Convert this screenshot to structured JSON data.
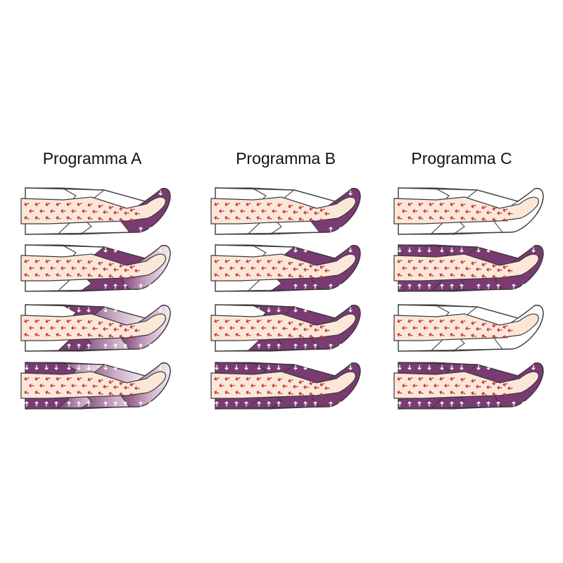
{
  "programs": [
    {
      "title": "Programma A",
      "stages": [
        [
          0,
          0,
          0,
          2
        ],
        [
          0,
          0,
          2,
          1
        ],
        [
          0,
          2,
          1,
          1
        ],
        [
          2,
          1,
          1,
          1
        ]
      ]
    },
    {
      "title": "Programma B",
      "stages": [
        [
          0,
          0,
          0,
          2
        ],
        [
          0,
          0,
          2,
          2
        ],
        [
          0,
          2,
          2,
          2
        ],
        [
          2,
          2,
          2,
          2
        ]
      ]
    },
    {
      "title": "Programma C",
      "stages": [
        [
          0,
          0,
          0,
          0
        ],
        [
          2,
          2,
          2,
          2
        ],
        [
          0,
          0,
          0,
          0
        ],
        [
          2,
          2,
          2,
          2
        ]
      ]
    }
  ],
  "colors": {
    "cuff_inflated": "#7a3a72",
    "cuff_fading": "#efe6ee",
    "cuff_empty": "#ffffff",
    "outline": "#3a3a3a",
    "leg_fill": "#fbe7d8",
    "arrow_red": "#c0303a",
    "arrow_white": "#ffffff"
  },
  "icons": [
    "red-arrow-icon",
    "white-arrow-icon"
  ]
}
